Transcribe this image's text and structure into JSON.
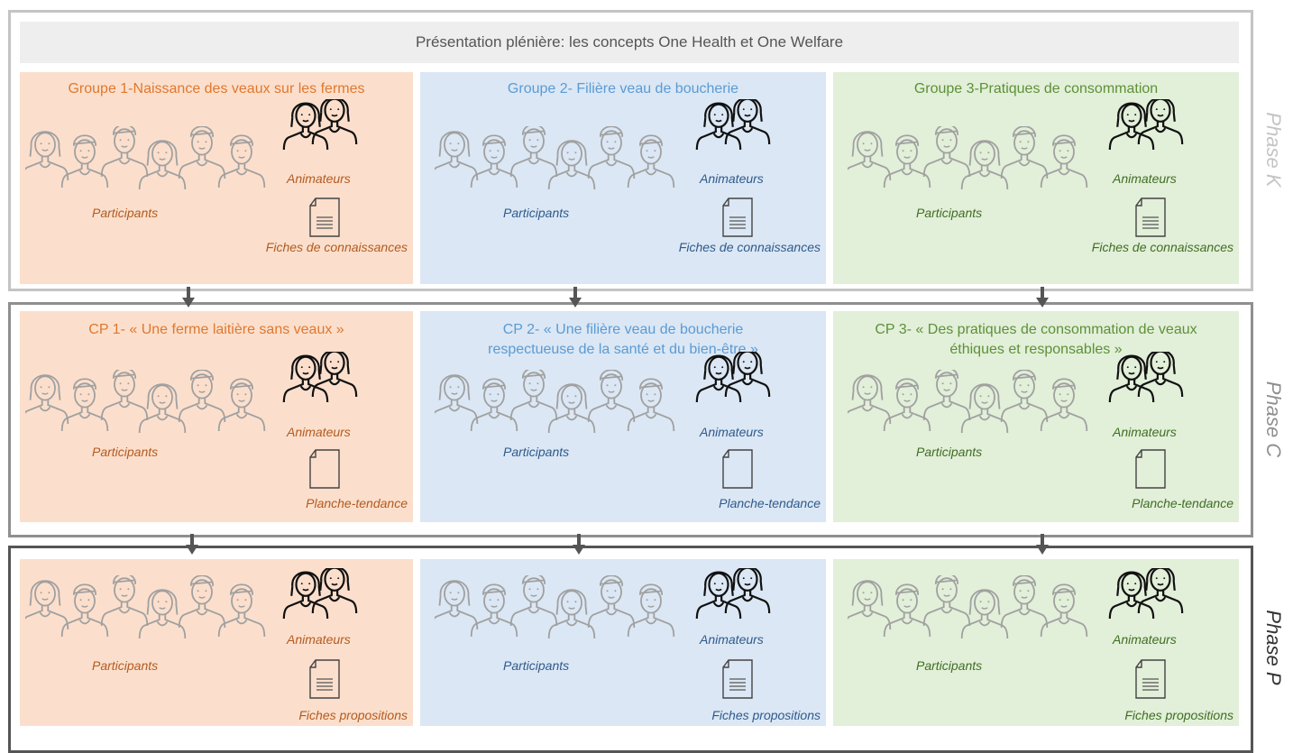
{
  "plenary": {
    "title": "Présentation plénière: les concepts One Health et One Welfare"
  },
  "colors": {
    "orange_bg": "#fbdfcc",
    "orange_text": "#e0782f",
    "orange_dark": "#b35a20",
    "blue_bg": "#dbe7f4",
    "blue_text": "#5a9bd5",
    "blue_dark": "#2e5a8c",
    "green_bg": "#e2efd9",
    "green_text": "#5d9138",
    "green_dark": "#3f6e22",
    "frame_k": "#c0c0c0",
    "frame_c": "#8a8a8a",
    "frame_p": "#555555"
  },
  "phases": [
    {
      "label": "Phase K",
      "panels": [
        {
          "title": "Groupe 1-Naissance des veaux sur les fermes",
          "participants": "Participants",
          "animators": "Animateurs",
          "document": "Fiches de connaissances"
        },
        {
          "title": "Groupe 2- Filière veau de boucherie",
          "participants": "Participants",
          "animators": "Animateurs",
          "document": "Fiches de connaissances"
        },
        {
          "title": "Groupe 3-Pratiques de consommation",
          "participants": "Participants",
          "animators": "Animateurs",
          "document": "Fiches de connaissances"
        }
      ]
    },
    {
      "label": "Phase C",
      "panels": [
        {
          "title": "CP 1- « Une ferme laitière sans veaux »",
          "participants": "Participants",
          "animators": "Animateurs",
          "document": "Planche-tendance"
        },
        {
          "title": "CP 2- « Une filière veau de boucherie\nrespectueuse de la santé et du bien-être »",
          "participants": "Participants",
          "animators": "Animateurs",
          "document": "Planche-tendance"
        },
        {
          "title": "CP 3-  « Des pratiques de consommation de veaux\néthiques et responsables »",
          "participants": "Participants",
          "animators": "Animateurs",
          "document": "Planche-tendance"
        }
      ]
    },
    {
      "label": "Phase P",
      "panels": [
        {
          "title": "",
          "participants": "Participants",
          "animators": "Animateurs",
          "document": "Fiches propositions"
        },
        {
          "title": "",
          "participants": "Participants",
          "animators": "Animateurs",
          "document": "Fiches propositions"
        },
        {
          "title": "",
          "participants": "Participants",
          "animators": "Animateurs",
          "document": "Fiches propositions"
        }
      ]
    }
  ],
  "icons": {
    "participants": "participants-group-icon",
    "animators": "animators-pair-icon",
    "document_lined": "document-lined-icon",
    "document_blank": "document-blank-icon"
  }
}
